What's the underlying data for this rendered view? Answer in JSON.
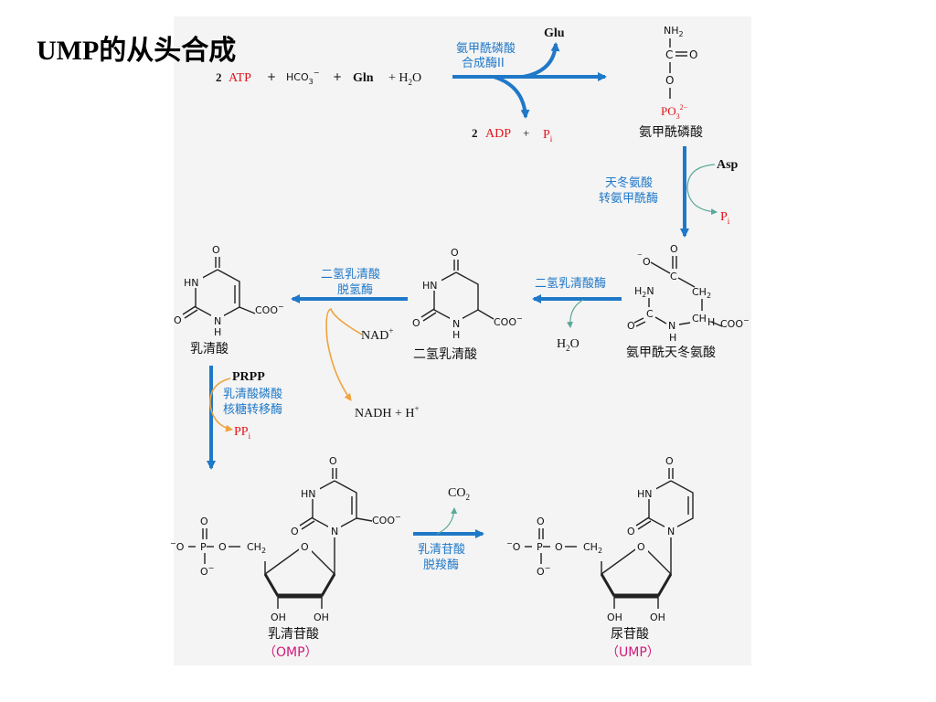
{
  "title": "UMP的从头合成",
  "colors": {
    "arrow": "#1f78c8",
    "red": "#e0141b",
    "enzyme": "#1f78c8",
    "cofactor_arrow": "#f0a23c",
    "pink": "#d0187a"
  },
  "step1": {
    "coef1": "2",
    "atp": "ATP",
    "plus1": "+",
    "hco3": "HCO",
    "plus2": "+",
    "gln": "Gln",
    "plus3": "+ H",
    "h2o_o": "O",
    "enzyme_l1": "氨甲酰磷酸",
    "enzyme_l2": "合成酶II",
    "glu": "Glu",
    "coef2": "2",
    "adp": "ADP",
    "plus4": "+",
    "pi": "P",
    "product": "氨甲酰磷酸"
  },
  "carbamoyl_phosphate": {
    "nh2": "NH",
    "c": "C",
    "o": "O",
    "o2": "O",
    "po3": "PO"
  },
  "step2": {
    "enzyme_l1": "天冬氨酸",
    "enzyme_l2": "转氨甲酰酶",
    "asp": "Asp",
    "pi": "P"
  },
  "carbamoyl_aspartate": {
    "name": "氨甲酰天冬氨酸",
    "labels": [
      "O",
      "C",
      "CH",
      "H",
      "N",
      "C",
      "CH",
      "COO",
      "O",
      "N",
      "H"
    ]
  },
  "step3": {
    "enzyme": "二氢乳清酸酶",
    "h2o": "H",
    "h2o_o": "O"
  },
  "dihydroorotate": {
    "name": "二氢乳清酸"
  },
  "step4": {
    "enzyme_l1": "二氢乳清酸",
    "enzyme_l2": "脱氢酶",
    "nad": "NAD",
    "nadh": "NADH + H"
  },
  "orotate": {
    "name": "乳清酸"
  },
  "step5": {
    "prpp": "PRPP",
    "enzyme_l1": "乳清酸磷酸",
    "enzyme_l2": "核糖转移酶",
    "ppi": "PP"
  },
  "omp": {
    "name": "乳清苷酸",
    "abbr": "（OMP）"
  },
  "step6": {
    "co2": "CO",
    "enzyme_l1": "乳清苷酸",
    "enzyme_l2": "脱羧酶"
  },
  "ump": {
    "name": "尿苷酸",
    "abbr": "（UMP）"
  },
  "atoms": {
    "O": "O",
    "N": "N",
    "H": "H",
    "HN": "HN",
    "COO": "COO",
    "P": "P",
    "CH2": "CH",
    "OH": "OH"
  }
}
